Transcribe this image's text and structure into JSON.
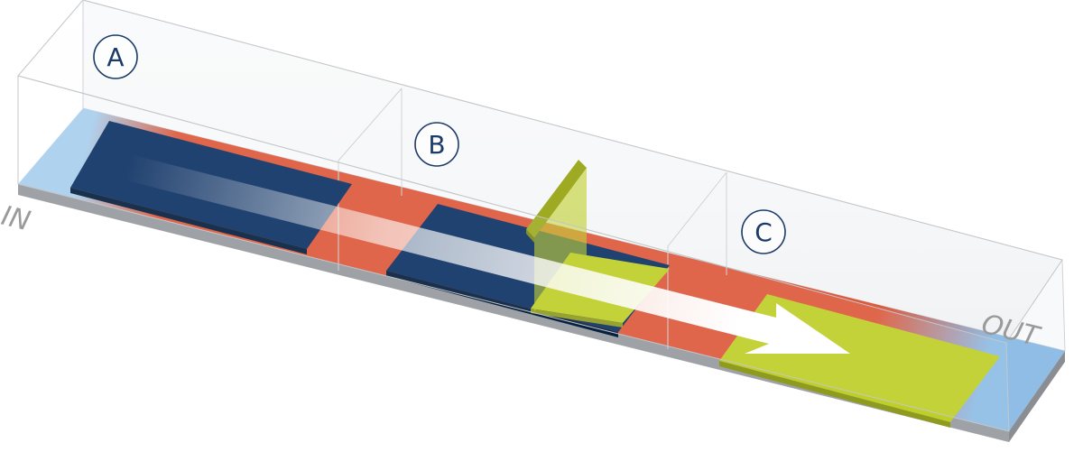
{
  "labels": {
    "in": "IN",
    "out": "OUT"
  },
  "zones": [
    {
      "id": "a",
      "label": "A"
    },
    {
      "id": "b",
      "label": "B"
    },
    {
      "id": "c",
      "label": "C"
    }
  ],
  "colors": {
    "dark_panel": "#0e3264",
    "lime": "#bfcf2a",
    "orange": "#dd5a3c",
    "light_blue": "#9cc6e8",
    "label_circle": "#1c3a6a",
    "side_text": "#9a9a9a"
  }
}
